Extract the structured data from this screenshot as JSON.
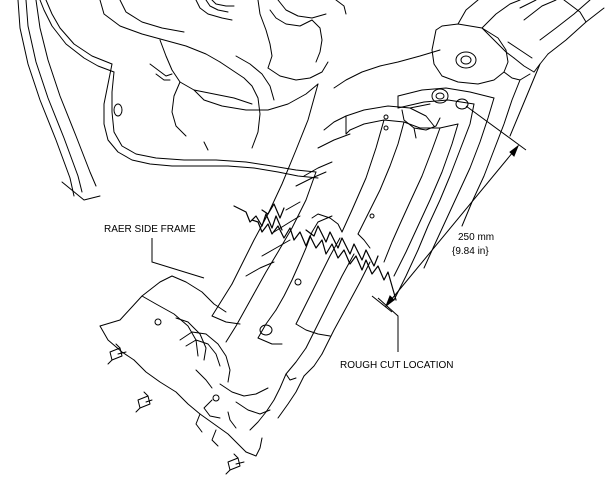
{
  "callouts": {
    "rear_side_frame": "RAER SIDE FRAME",
    "rough_cut_location": "ROUGH CUT LOCATION"
  },
  "dimension": {
    "metric": "250 mm",
    "imperial": "{9.84 in}"
  }
}
